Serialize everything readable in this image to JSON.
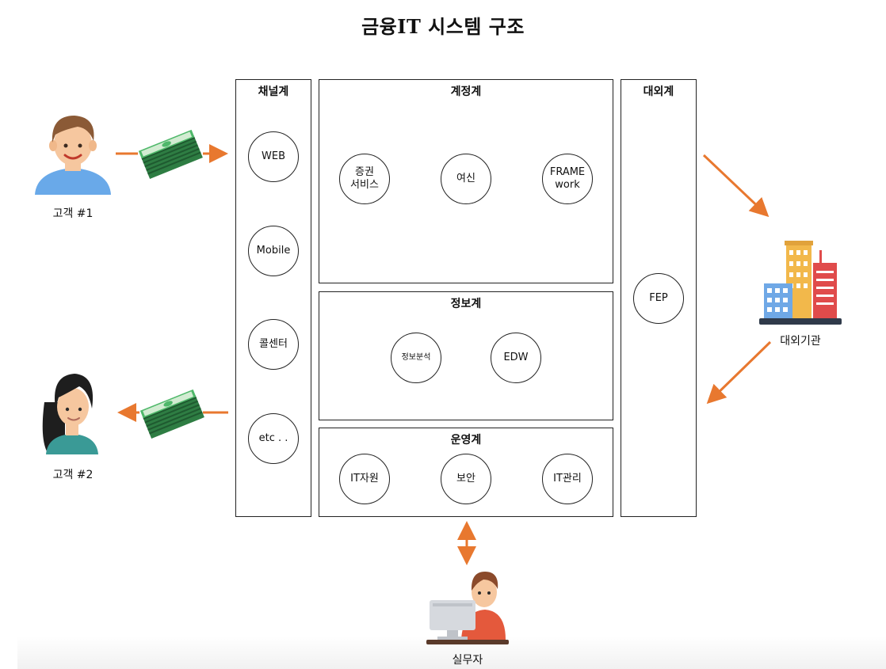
{
  "title": "금융IT 시스템 구조",
  "channel": {
    "title": "채널계",
    "nodes": [
      "WEB",
      "Mobile",
      "콜센터",
      "etc . ."
    ]
  },
  "account": {
    "title": "계정계",
    "nodes": [
      "증권\n서비스",
      "여신",
      "FRAME\nwork"
    ]
  },
  "info": {
    "title": "정보계",
    "nodes": [
      "정보분석",
      "EDW"
    ]
  },
  "operation": {
    "title": "운영계",
    "nodes": [
      "IT자원",
      "보안",
      "IT관리"
    ]
  },
  "external": {
    "title": "대외계",
    "nodes": [
      "FEP"
    ]
  },
  "actors": {
    "customer1": "고객 #1",
    "customer2": "고객 #2",
    "institution": "대외기관",
    "staff": "실무자"
  },
  "colors": {
    "arrow": "#E8782F",
    "money": "#3A9A4E",
    "skin": "#F6C79F"
  },
  "icons": [
    "man-icon",
    "woman-icon",
    "money-stack-icon",
    "building-icon",
    "worker-icon"
  ]
}
